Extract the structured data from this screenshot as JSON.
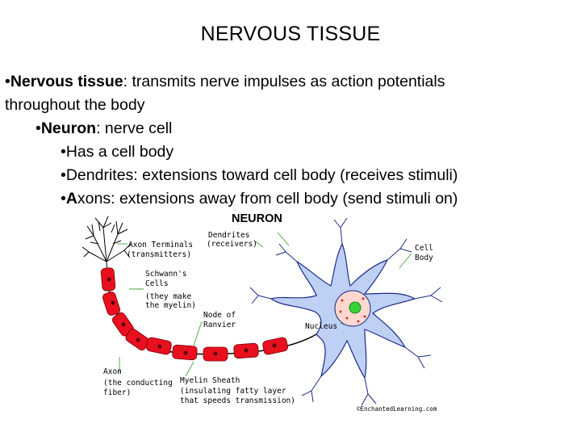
{
  "title": "NERVOUS TISSUE",
  "bullets": [
    {
      "term": "Nervous tissue",
      "text": ": transmits nerve impulses as action potentials"
    },
    {
      "term": "",
      "text": "throughout the body"
    },
    {
      "term": "Neuron",
      "text": ": nerve cell"
    },
    {
      "term": "",
      "text": "Has a cell body"
    },
    {
      "term": "",
      "text": "Dendrites: extensions toward cell body (receives stimuli)"
    },
    {
      "term": "A",
      "text": "xons: extensions away from cell body (send stimuli on)"
    }
  ],
  "bullet_symbol": "•",
  "diagram": {
    "title": "NEURON",
    "labels": {
      "dendrites": "Dendrites",
      "dendrites_note": "(receivers)",
      "axon_terminals": "Axon Terminals",
      "axon_terminals_note": "(transmitters)",
      "schwanns_cells": "Schwann's",
      "schwanns_cells_2": "Cells",
      "schwanns_note_1": "(they make",
      "schwanns_note_2": "the myelin)",
      "node_1": "Node of",
      "node_2": "Ranvier",
      "cell_body_1": "Cell",
      "cell_body_2": "Body",
      "nucleus": "Nucleus",
      "axon": "Axon",
      "axon_note_1": "(the conducting",
      "axon_note_2": "fiber)",
      "myelin": "Myelin Sheath",
      "myelin_note_1": "(insulating fatty layer",
      "myelin_note_2": "that speeds transmission)"
    },
    "credit": "©EnchantedLearning.com",
    "colors": {
      "myelin": "#e8101e",
      "cell_body": "#bfd0f5",
      "outline": "#1b2a8a",
      "pointer": "#3fa53f",
      "nucleus": "#ffd9d0",
      "nucleolus": "#39d339"
    }
  }
}
